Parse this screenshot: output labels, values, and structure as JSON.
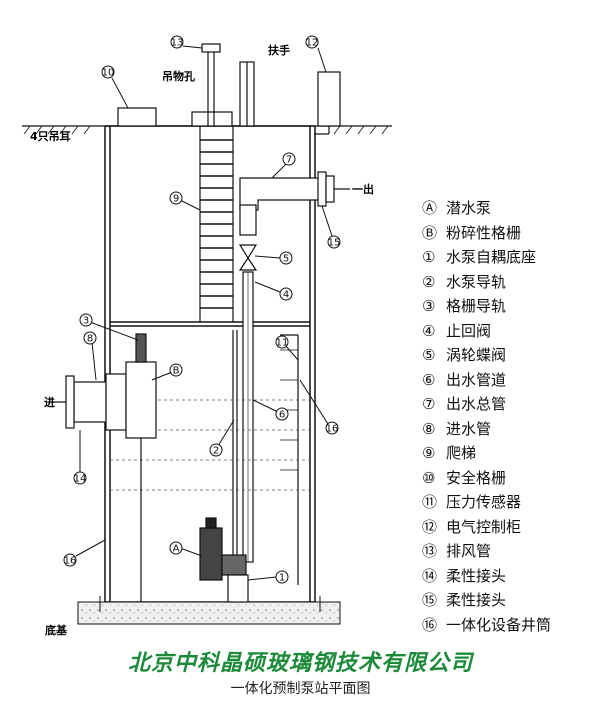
{
  "labels": {
    "lifting_hole": "吊物孔",
    "handrail": "扶手",
    "lifting_lugs": "4只吊耳",
    "outlet": "一出",
    "inlet": "进",
    "base": "底基"
  },
  "callouts": [
    "A",
    "B",
    "1",
    "2",
    "3",
    "4",
    "5",
    "6",
    "7",
    "8",
    "9",
    "10",
    "11",
    "12",
    "13",
    "14",
    "15",
    "16"
  ],
  "legend": [
    {
      "key": "Ⓐ",
      "text": "潜水泵"
    },
    {
      "key": "Ⓑ",
      "text": "粉碎性格栅"
    },
    {
      "key": "①",
      "text": "水泵自耦底座"
    },
    {
      "key": "②",
      "text": "水泵导轨"
    },
    {
      "key": "③",
      "text": "格栅导轨"
    },
    {
      "key": "④",
      "text": "止回阀"
    },
    {
      "key": "⑤",
      "text": "涡轮蝶阀"
    },
    {
      "key": "⑥",
      "text": "出水管道"
    },
    {
      "key": "⑦",
      "text": "出水总管"
    },
    {
      "key": "⑧",
      "text": "进水管"
    },
    {
      "key": "⑨",
      "text": "爬梯"
    },
    {
      "key": "⑩",
      "text": "安全格栅"
    },
    {
      "key": "⑪",
      "text": "压力传感器"
    },
    {
      "key": "⑫",
      "text": "电气控制柜"
    },
    {
      "key": "⑬",
      "text": "排风管"
    },
    {
      "key": "⑭",
      "text": "柔性接头"
    },
    {
      "key": "⑮",
      "text": "柔性接头"
    },
    {
      "key": "⑯",
      "text": "一体化设备井筒"
    }
  ],
  "company": "北京中科晶硕玻璃钢技术有限公司",
  "caption": "一体化预制泵站平面图",
  "colors": {
    "company_text": "#1d8a3a",
    "line": "#111111",
    "concrete": "#d8d8d8"
  }
}
